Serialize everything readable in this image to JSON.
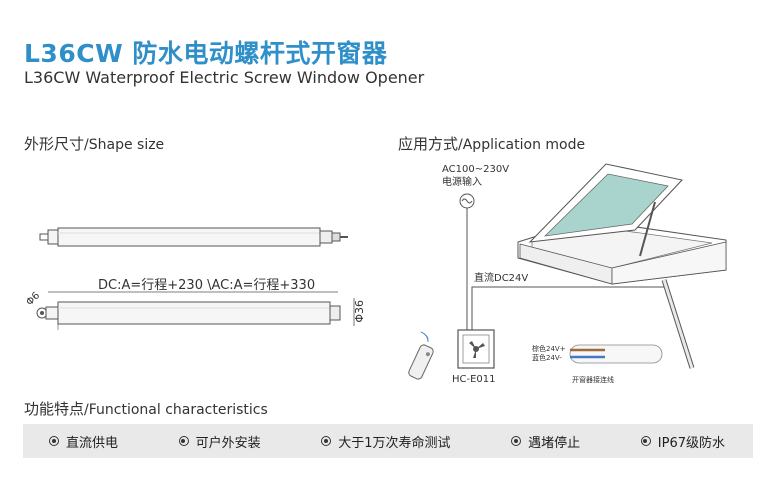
{
  "header": {
    "title_cn": "L36CW 防水电动螺杆式开窗器",
    "title_en": "L36CW Waterproof Electric Screw Window Opener"
  },
  "shape_section": {
    "title_cn": "外形尺寸",
    "title_en": "/Shape size",
    "dimension_label": "DC:A=行程+230 \\AC:A=行程+330",
    "diameter_label": "Φ36",
    "hole_label": "Φ6"
  },
  "application_section": {
    "title_cn": "应用方式",
    "title_en": "/Application mode",
    "power_label_1": "AC100~230V",
    "power_label_2": "电源输入",
    "dc_label": "直流DC24V",
    "controller_label": "HC-E011",
    "wire_label_1": "棕色24V+",
    "wire_label_2": "蓝色24V-",
    "wire_caption": "开窗器接连线"
  },
  "function_section": {
    "title_cn": "功能特点",
    "title_en": "/Functional characteristics",
    "features": [
      "直流供电",
      "可户外安装",
      "大于1万次寿命测试",
      "遇堵停止",
      "IP67级防水"
    ]
  },
  "colors": {
    "title_blue": "#2f8fc9",
    "glass_green": "#a9d3cd",
    "feature_bar": "#e9e9e9"
  }
}
